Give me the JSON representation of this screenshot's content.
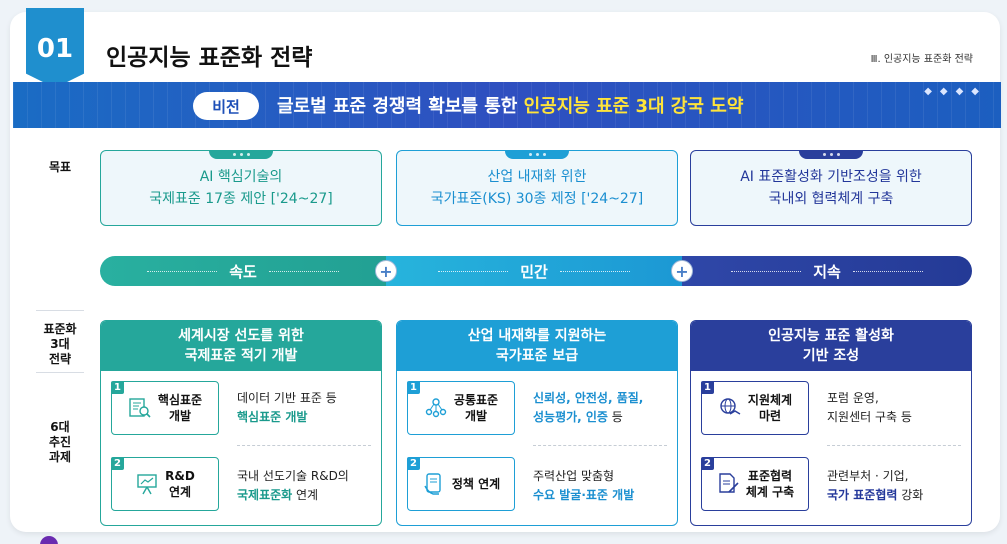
{
  "header": {
    "number": "01",
    "title": "인공지능 표준화 전략",
    "section_label": "Ⅲ. 인공지능 표준화 전략"
  },
  "vision": {
    "badge": "비전",
    "text_plain": "글로벌 표준 경쟁력 확보를 통한 ",
    "text_highlight": "인공지능 표준 3대 강국 도약"
  },
  "row_labels": {
    "goal": "목표",
    "strategy_l1": "표준화",
    "strategy_l2": "3대",
    "strategy_l3": "전략",
    "tasks_l1": "6대",
    "tasks_l2": "추진",
    "tasks_l3": "과제"
  },
  "goals": [
    {
      "line1": "AI 핵심기술의",
      "line2": "국제표준 17종 제안 ['24~27]"
    },
    {
      "line1": "산업 내재화  위한",
      "line2": "국가표준(KS) 30종 제정 ['24~27]"
    },
    {
      "line1": "AI 표준활성화 기반조성을 위한",
      "line2": "국내외 협력체계 구축"
    }
  ],
  "pillars": [
    {
      "label": "속도"
    },
    {
      "label": "민간"
    },
    {
      "label": "지속"
    }
  ],
  "plus_symbol": "+",
  "strategies": [
    {
      "title_l1": "세계시장 선도를 위한",
      "title_l2": "국제표준 적기 개발",
      "tasks": [
        {
          "num": "1",
          "label_l1": "핵심표준",
          "label_l2": "개발",
          "desc_l1": "데이터 기반 표준 등",
          "desc_l2_hl": "핵심표준 개발",
          "desc_l2_rest": ""
        },
        {
          "num": "2",
          "label_l1": "R&D",
          "label_l2": "연계",
          "desc_l1": "국내 선도기술 R&D의",
          "desc_l2_hl": "국제표준화",
          "desc_l2_rest": " 연계"
        }
      ]
    },
    {
      "title_l1": "산업 내재화를 지원하는",
      "title_l2": "국가표준 보급",
      "tasks": [
        {
          "num": "1",
          "label_l1": "공통표준",
          "label_l2": "개발",
          "desc_l1_hl": "신뢰성, 안전성, 품질,",
          "desc_l2_hl": "성능평가, 인증",
          "desc_l2_rest": " 등"
        },
        {
          "num": "2",
          "label_l1": "정책 연계",
          "label_l2": "",
          "desc_l1": "주력산업 맞춤형",
          "desc_l2_hl": "수요 발굴·표준 개발",
          "desc_l2_rest": ""
        }
      ]
    },
    {
      "title_l1": "인공지능 표준 활성화",
      "title_l2": "기반 조성",
      "tasks": [
        {
          "num": "1",
          "label_l1": "지원체계",
          "label_l2": "마련",
          "desc_l1": "포럼 운영,",
          "desc_l2_plain": "지원센터 구축 등"
        },
        {
          "num": "2",
          "label_l1": "표준협력",
          "label_l2": "체계 구축",
          "desc_l1": "관련부처 · 기업,",
          "desc_l2_hl": "국가 표준협력",
          "desc_l2_rest": " 강화"
        }
      ]
    }
  ],
  "colors": {
    "teal": "#25a79b",
    "sky": "#1e9fd6",
    "navy": "#2a3f9c",
    "teal_text": "#1a9a8c",
    "sky_text": "#1b8fd0",
    "navy_text": "#23379a",
    "vision_highlight": "#ffe43a"
  },
  "icons": [
    "data-search-icon",
    "presentation-board-icon",
    "people-network-icon",
    "tablet-hand-icon",
    "handshake-globe-icon",
    "document-pen-icon"
  ]
}
